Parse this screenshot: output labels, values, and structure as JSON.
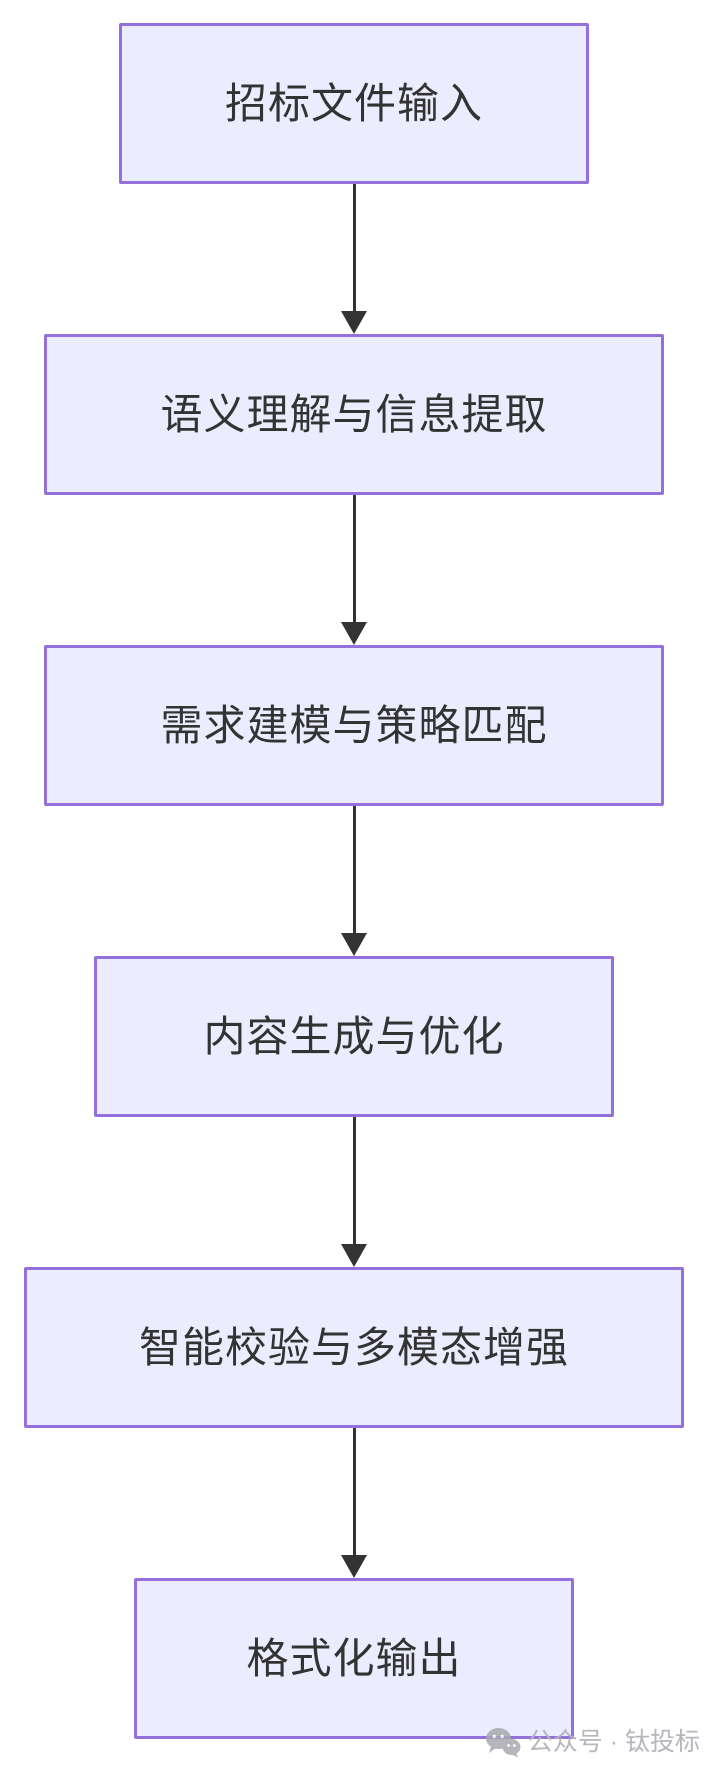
{
  "flowchart": {
    "type": "vertical-flow",
    "direction": "top-down",
    "nodes": [
      {
        "id": "bid-document-input",
        "label": "招标文件输入"
      },
      {
        "id": "semantic-understanding",
        "label": "语义理解与信息提取"
      },
      {
        "id": "requirement-modeling",
        "label": "需求建模与策略匹配"
      },
      {
        "id": "content-generation",
        "label": "内容生成与优化"
      },
      {
        "id": "intelligent-verification",
        "label": "智能校验与多模态增强"
      },
      {
        "id": "formatted-output",
        "label": "格式化输出"
      }
    ],
    "edges": [
      {
        "from": "bid-document-input",
        "to": "semantic-understanding"
      },
      {
        "from": "semantic-understanding",
        "to": "requirement-modeling"
      },
      {
        "from": "requirement-modeling",
        "to": "content-generation"
      },
      {
        "from": "content-generation",
        "to": "intelligent-verification"
      },
      {
        "from": "intelligent-verification",
        "to": "formatted-output"
      }
    ],
    "colors": {
      "node_fill": "#ECECFF",
      "node_border": "#9370DB",
      "arrow": "#333333",
      "text": "#333333",
      "background": "#FFFFFF"
    }
  },
  "watermark": {
    "icon": "wechat-icon",
    "text": "公众号 · 钛投标",
    "color": "#b6b6bc"
  }
}
